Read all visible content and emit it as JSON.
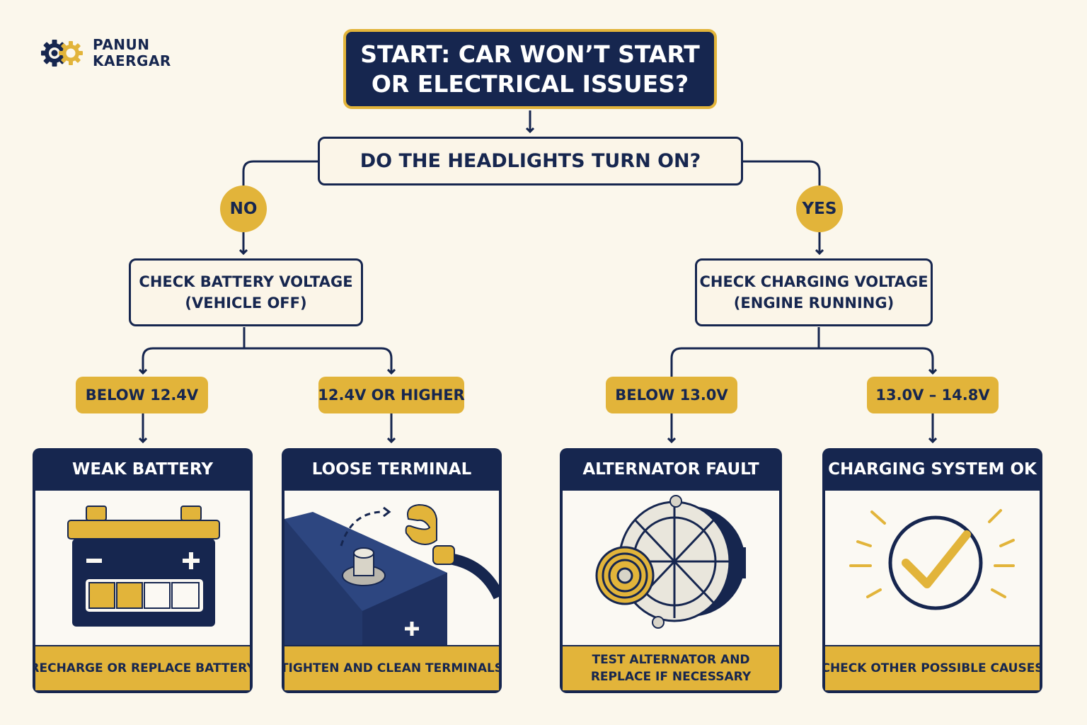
{
  "logo": {
    "line1": "PANUN",
    "line2": "KAERGAR",
    "icon": "gear-icon"
  },
  "start": {
    "line1": "START: CAR WON’T START",
    "line2": "OR ELECTRICAL ISSUES?"
  },
  "question": {
    "text": "DO THE HEADLIGHTS TURN ON?"
  },
  "answers": {
    "no": "NO",
    "yes": "YES"
  },
  "left": {
    "check": {
      "line1": "CHECK BATTERY VOLTAGE",
      "line2": "(VEHICLE OFF)"
    },
    "pills": [
      "BELOW 12.4V",
      "12.4V OR HIGHER"
    ]
  },
  "right": {
    "check": {
      "line1": "CHECK CHARGING VOLTAGE",
      "line2": "(ENGINE RUNNING)"
    },
    "pills": [
      "BELOW 13.0V",
      "13.0V – 14.8V"
    ]
  },
  "cards": [
    {
      "title": "WEAK BATTERY",
      "action": [
        "RECHARGE OR REPLACE BATTERY"
      ],
      "icon": "battery-icon"
    },
    {
      "title": "LOOSE TERMINAL",
      "action": [
        "TIGHTEN AND CLEAN TERMINALS"
      ],
      "icon": "battery-terminal-icon"
    },
    {
      "title": "ALTERNATOR FAULT",
      "action": [
        "TEST ALTERNATOR AND",
        "REPLACE IF NECESSARY"
      ],
      "icon": "alternator-icon"
    },
    {
      "title": "CHARGING SYSTEM OK",
      "action": [
        "CHECK OTHER POSSIBLE CAUSES"
      ],
      "icon": "checkmark-icon"
    }
  ],
  "colors": {
    "navy": "#16264f",
    "gold": "#e2b43a",
    "background": "#fbf7ec"
  }
}
